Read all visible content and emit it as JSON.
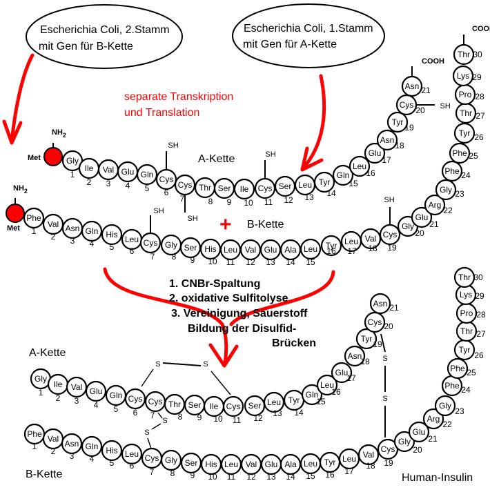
{
  "source_boxes": {
    "strain2": {
      "line1": "Escherichia Coli, 2.Stamm",
      "line2": "mit Gen für B-Kette"
    },
    "strain1": {
      "line1": "Escherichia Coli, 1.Stamm",
      "line2": "mit Gen für A-Kette"
    }
  },
  "process_note": {
    "line1": "separate Transkription",
    "line2": "und Translation"
  },
  "labels": {
    "a_chain_top": "A-Kette",
    "b_chain_top": "B-Kette",
    "a_chain_bottom": "A-Kette",
    "b_chain_bottom": "B-Kette",
    "product": "Human-Insulin",
    "plus": "+"
  },
  "groups": {
    "amino": "NH2",
    "amino_main": "NH",
    "amino_sub": "2",
    "carboxyl": "COOH",
    "thiol": "SH",
    "sulfur": "S",
    "methionine": "Met"
  },
  "steps": [
    "1. CNBr-Spaltung",
    "2. oxidative Sulfitolyse",
    "3. Vereinigung, Sauerstoff",
    "Bildung der Disulfid-",
    "Brücken"
  ],
  "a_chain": {
    "residues": [
      "Gly",
      "Ile",
      "Val",
      "Glu",
      "Gln",
      "Cys",
      "Cys",
      "Thr",
      "Ser",
      "Ile",
      "Cys",
      "Ser",
      "Leu",
      "Tyr",
      "Gln",
      "Leu",
      "Glu",
      "Asn",
      "Tyr",
      "Cys",
      "Asn"
    ],
    "numbers": [
      "1",
      "2",
      "3",
      "4",
      "5",
      "6",
      "7",
      "8",
      "9",
      "10",
      "11",
      "12",
      "13",
      "14",
      "15",
      "16",
      "17",
      "18",
      "19",
      "20",
      "21"
    ]
  },
  "b_chain": {
    "residues": [
      "Phe",
      "Val",
      "Asn",
      "Gln",
      "His",
      "Leu",
      "Cys",
      "Gly",
      "Ser",
      "His",
      "Leu",
      "Val",
      "Glu",
      "Ala",
      "Leu",
      "Tyr",
      "Leu",
      "Val",
      "Cys",
      "Gly",
      "Glu",
      "Arg",
      "Gly",
      "Phe",
      "Phe",
      "Tyr",
      "Thr",
      "Pro",
      "Lys",
      "Thr"
    ],
    "numbers": [
      "1",
      "2",
      "3",
      "4",
      "5",
      "6",
      "7",
      "8",
      "9",
      "10",
      "11",
      "12",
      "13",
      "14",
      "15",
      "16",
      "17",
      "18",
      "19",
      "20",
      "21",
      "22",
      "23",
      "24",
      "25",
      "26",
      "27",
      "28",
      "29",
      "30"
    ]
  },
  "colors": {
    "arrow": "#ff0000",
    "met": "#ff0000",
    "outline": "#000000"
  }
}
